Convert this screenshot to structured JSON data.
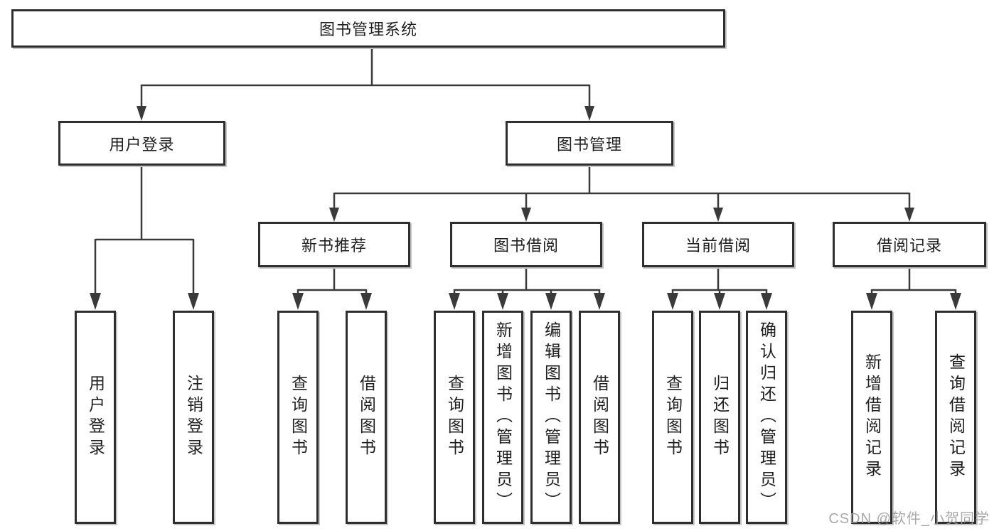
{
  "tree": {
    "root": {
      "label": "图书管理系统"
    },
    "branches": [
      {
        "label": "用户登录",
        "children": [
          {
            "label": "用户登录"
          },
          {
            "label": "注销登录"
          }
        ]
      },
      {
        "label": "图书管理",
        "children": [
          {
            "label": "新书推荐",
            "children": [
              {
                "label": "查询图书"
              },
              {
                "label": "借阅图书"
              }
            ]
          },
          {
            "label": "图书借阅",
            "children": [
              {
                "label": "查询图书"
              },
              {
                "label": "新增图书（管理员）"
              },
              {
                "label": "编辑图书（管理员）"
              },
              {
                "label": "借阅图书"
              }
            ]
          },
          {
            "label": "当前借阅",
            "children": [
              {
                "label": "查询图书"
              },
              {
                "label": "归还图书"
              },
              {
                "label": "确认归还（管理员）"
              }
            ]
          },
          {
            "label": "借阅记录",
            "children": [
              {
                "label": "新增借阅记录"
              },
              {
                "label": "查询借阅记录"
              }
            ]
          }
        ]
      }
    ]
  },
  "watermark": "CSDN @软件_小贺同学",
  "colors": {
    "line": "#3a3a3a",
    "box_border": "#2e2e2e",
    "text": "#1f1f1f",
    "watermark": "#9e9e9e",
    "background": "#ffffff"
  }
}
